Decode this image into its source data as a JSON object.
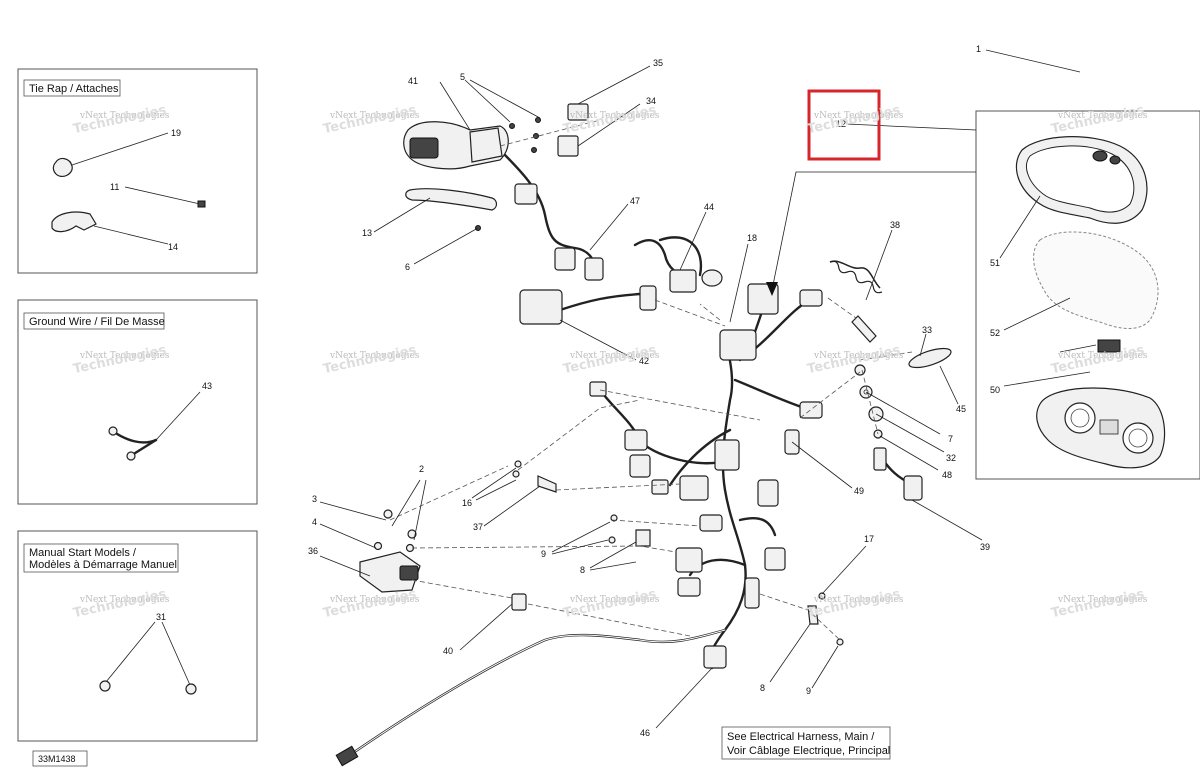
{
  "boxes": {
    "tie_rap": "Tie Rap / Attaches",
    "ground_wire": "Ground Wire / Fil De Masse",
    "manual_start_1": "Manual Start Models /",
    "manual_start_2": "Modèles à Démarrage Manuel"
  },
  "reference": {
    "line1": "See Electrical Harness, Main /",
    "line2": "Voir Câblage Electrique, Principal"
  },
  "diagram_code": "33M1438",
  "watermark": {
    "line1": "vNext Technologies",
    "line2": "Technologies"
  },
  "callouts": {
    "c1": "1",
    "c2": "2",
    "c3": "3",
    "c4": "4",
    "c5": "5",
    "c6": "6",
    "c7": "7",
    "c8a": "8",
    "c8b": "8",
    "c9a": "9",
    "c9b": "9",
    "c11": "11",
    "c12": "12",
    "c13": "13",
    "c14": "14",
    "c16": "16",
    "c17": "17",
    "c18": "18",
    "c19": "19",
    "c31": "31",
    "c32": "32",
    "c33": "33",
    "c34": "34",
    "c35": "35",
    "c36": "36",
    "c37": "37",
    "c38": "38",
    "c39": "39",
    "c40": "40",
    "c41": "41",
    "c42": "42",
    "c43": "43",
    "c44": "44",
    "c45": "45",
    "c46": "46",
    "c47": "47",
    "c48": "48",
    "c49": "49",
    "c50": "50",
    "c51": "51",
    "c52": "52"
  },
  "colors": {
    "highlight": "#d6262b",
    "line": "#222222",
    "watermark": "#bbbbbb"
  }
}
